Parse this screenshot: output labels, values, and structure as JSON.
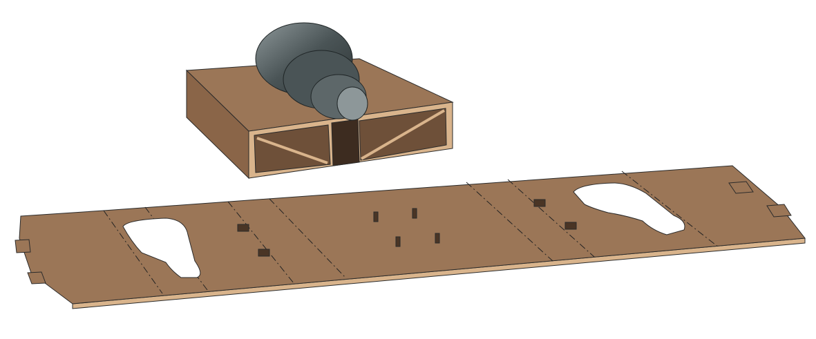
{
  "scene": {
    "background": "#ffffff",
    "colors": {
      "cardboard_face": "#9b7657",
      "cardboard_edge": "#d9b48c",
      "cardboard_dark": "#5e4330",
      "outline": "#2a2a2a",
      "cylinder_light": "#8d9799",
      "cylinder_dark": "#2f3637"
    },
    "objects": [
      "flat-cardboard-blank",
      "folded-cardboard-tray",
      "cylindrical-part"
    ]
  }
}
